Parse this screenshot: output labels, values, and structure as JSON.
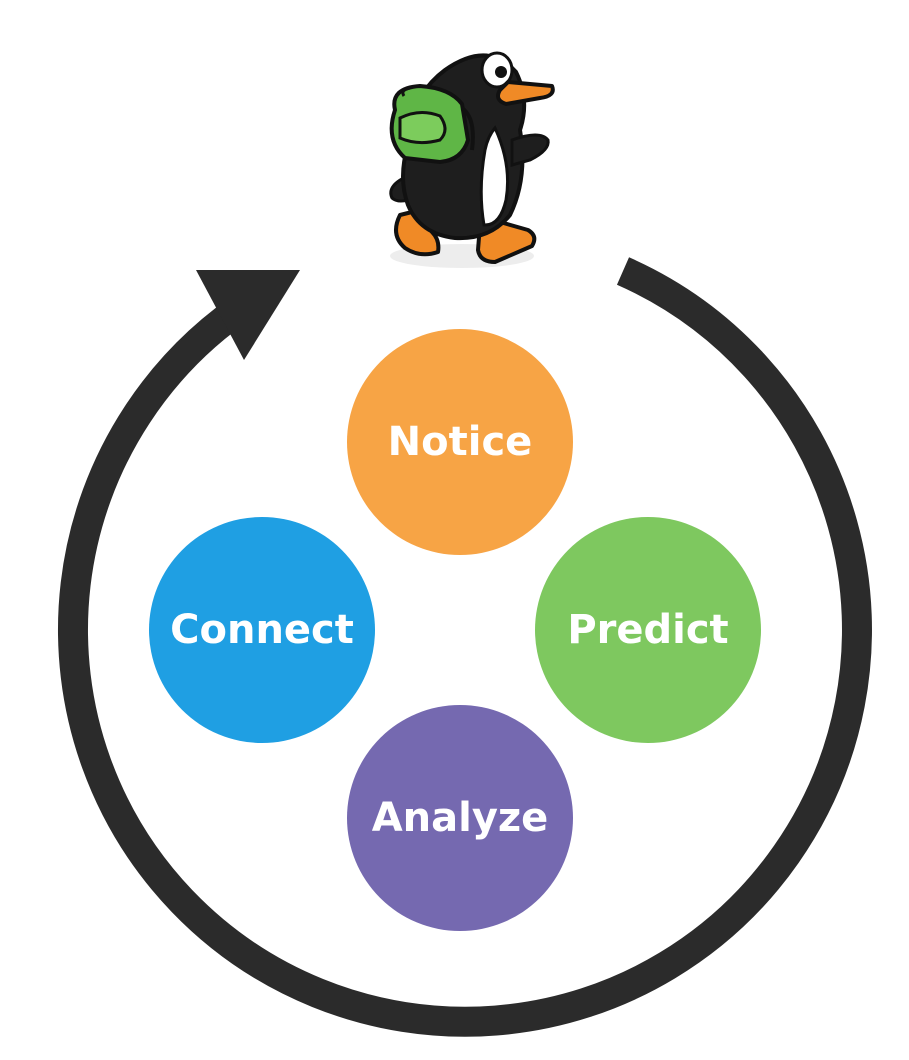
{
  "diagram": {
    "type": "cycle",
    "direction": "clockwise",
    "mascot": "penguin-with-green-backpack-walking",
    "stages": [
      {
        "id": "notice",
        "label": "Notice",
        "color": "#f7a445"
      },
      {
        "id": "predict",
        "label": "Predict",
        "color": "#7ec85f"
      },
      {
        "id": "analyze",
        "label": "Analyze",
        "color": "#7569b0"
      },
      {
        "id": "connect",
        "label": "Connect",
        "color": "#1f9fe3"
      }
    ],
    "cycle_color": "#2b2b2b"
  }
}
